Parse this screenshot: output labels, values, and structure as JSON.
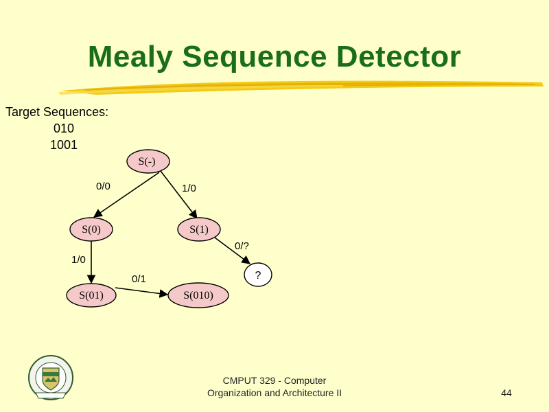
{
  "slide": {
    "title": "Mealy Sequence Detector",
    "targets_label": "Target Sequences:",
    "targets": [
      "010",
      "1001"
    ],
    "footer_line1": "CMPUT 329 - Computer",
    "footer_line2": "Organization and Architecture II",
    "page_number": "44",
    "logo_icon": "university-of-alberta-crest-icon"
  },
  "diagram": {
    "nodes": [
      {
        "id": "s_empty",
        "label": "S(-)"
      },
      {
        "id": "s0",
        "label": "S(0)"
      },
      {
        "id": "s1",
        "label": "S(1)"
      },
      {
        "id": "s01",
        "label": "S(01)"
      },
      {
        "id": "s010",
        "label": "S(010)"
      },
      {
        "id": "unknown",
        "label": "?"
      }
    ],
    "edges": [
      {
        "from": "s_empty",
        "to": "s0",
        "label": "0/0"
      },
      {
        "from": "s_empty",
        "to": "s1",
        "label": "1/0"
      },
      {
        "from": "s0",
        "to": "s01",
        "label": "1/0"
      },
      {
        "from": "s01",
        "to": "s010",
        "label": "0/1"
      },
      {
        "from": "s1",
        "to": "unknown",
        "label": "0/?"
      }
    ],
    "colors": {
      "state_fill": "#f5c9c9",
      "unknown_fill": "#ffffff",
      "title": "#1a6e1a",
      "background": "#ffffcc"
    }
  }
}
